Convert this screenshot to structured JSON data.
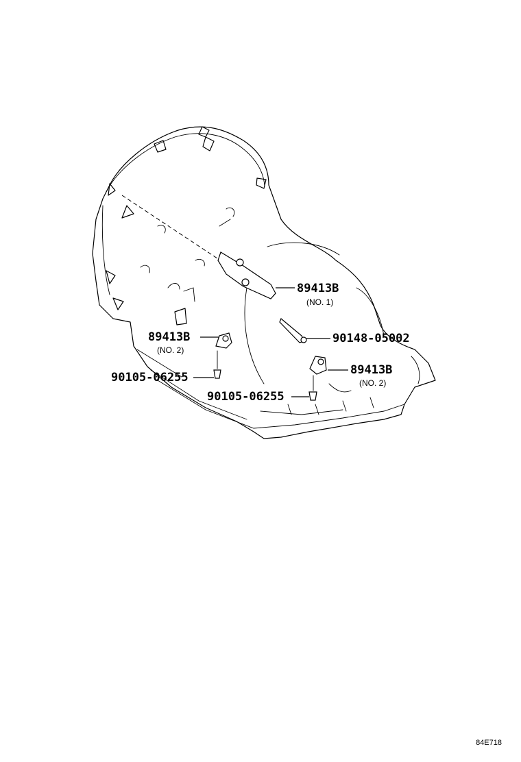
{
  "diagram": {
    "figure_id": "84E718",
    "callouts": [
      {
        "code": "89413B",
        "note": "(NO. 1)"
      },
      {
        "code": "89413B",
        "note": "(NO. 2)"
      },
      {
        "code": "89413B",
        "note": "(NO. 2)"
      },
      {
        "code": "90148-05002",
        "note": ""
      },
      {
        "code": "90105-06255",
        "note": ""
      },
      {
        "code": "90105-06255",
        "note": ""
      }
    ]
  }
}
